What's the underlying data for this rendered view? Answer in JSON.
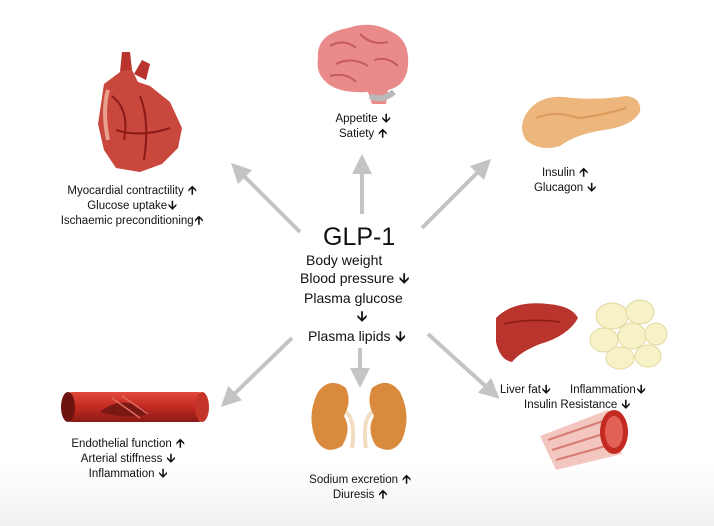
{
  "title": "GLP-1",
  "center": {
    "line1": "Body weight",
    "line2": "Blood pressure",
    "line2_arrow": "🡫",
    "line3": "Plasma glucose",
    "line3_arrow": "🡫",
    "line4": "Plasma lipids",
    "line4_arrow": "🡫"
  },
  "brain": [
    {
      "text": "Appetite",
      "arrow": "🡫"
    },
    {
      "text": "Satiety",
      "arrow": "🡩"
    }
  ],
  "heart": [
    {
      "text": "Myocardial contractility",
      "arrow": "🡩"
    },
    {
      "text": "Glucose uptake",
      "arrow": "🡫"
    },
    {
      "text": "Ischaemic preconditioning",
      "arrow": "🡩"
    }
  ],
  "pancreas": [
    {
      "text": "Insulin",
      "arrow": "🡩"
    },
    {
      "text": "Glucagon",
      "arrow": "🡫"
    }
  ],
  "vessel": [
    {
      "text": "Endothelial function",
      "arrow": "🡩"
    },
    {
      "text": "Arterial stiffness",
      "arrow": "🡫"
    },
    {
      "text": "Inflammation",
      "arrow": "🡫"
    }
  ],
  "kidney": [
    {
      "text": "Sodium excretion",
      "arrow": "🡩"
    },
    {
      "text": "Diuresis",
      "arrow": "🡩"
    }
  ],
  "liver": {
    "liver_fat": "Liver fat",
    "liver_fat_arrow": "🡫",
    "inflammation": "Inflammation",
    "inflammation_arrow": "🡫",
    "insulin_resistance": "Insulin Resistance",
    "insulin_resistance_arrow": "🡫"
  },
  "colors": {
    "arrow": "#c4c4c4",
    "organ_red": "#b8342c",
    "brain_pink": "#e98b8b",
    "pancreas": "#edb67c",
    "kidney": "#d98a3c",
    "fat": "#f6f1c6"
  }
}
